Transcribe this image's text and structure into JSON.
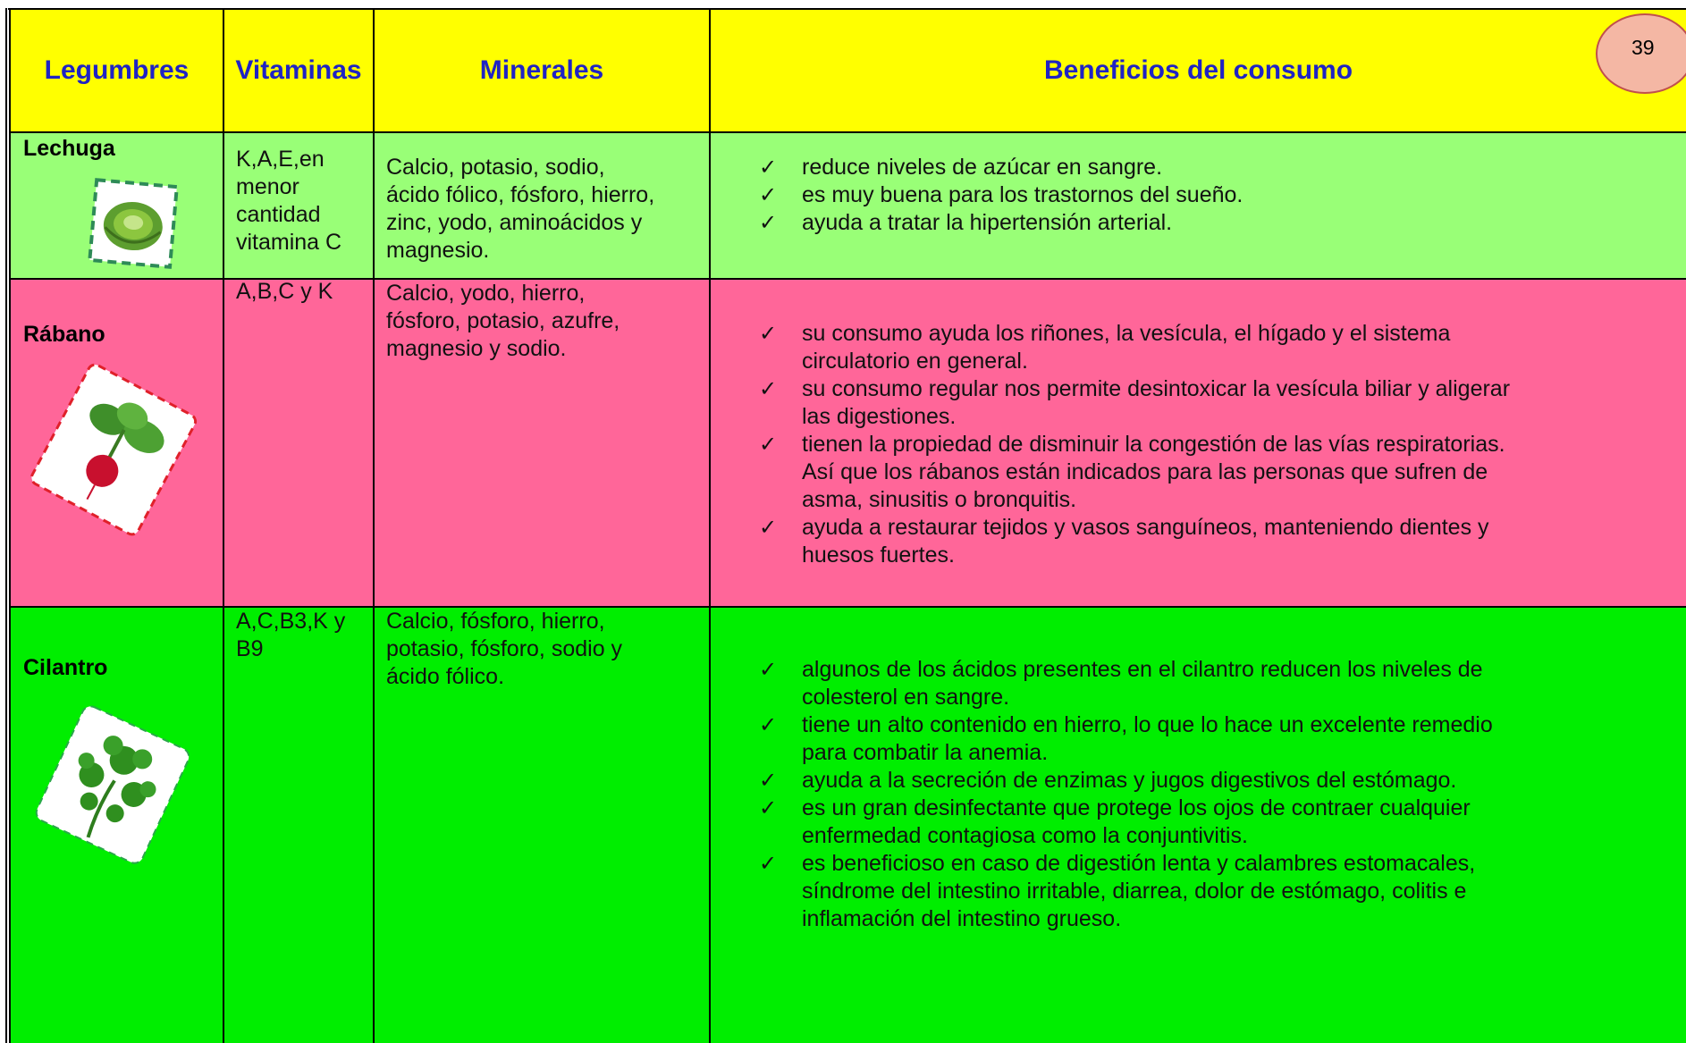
{
  "page_number": "39",
  "headers": {
    "col1": "Legumbres",
    "col2": "Vitaminas",
    "col3": "Minerales",
    "col4": "Beneficios del consumo"
  },
  "rows": [
    {
      "name": "Lechuga",
      "vitamins": [
        "K,A,E,en",
        "menor",
        "cantidad",
        "vitamina C"
      ],
      "minerals": [
        "Calcio, potasio, sodio,",
        "ácido fólico, fósforo, hierro,",
        "zinc, yodo, aminoácidos y",
        "magnesio."
      ],
      "benefits": [
        [
          "reduce niveles de azúcar en sangre."
        ],
        [
          "es muy buena para los trastornos del sueño."
        ],
        [
          "ayuda a tratar la hipertensión arterial."
        ]
      ],
      "image_icon": "lettuce-image",
      "color": "#99ff77"
    },
    {
      "name": "Rábano",
      "vitamins": [
        "A,B,C y K"
      ],
      "minerals": [
        "Calcio, yodo, hierro,",
        "fósforo, potasio, azufre,",
        "magnesio  y sodio."
      ],
      "benefits": [
        [
          "su consumo ayuda los riñones, la vesícula, el hígado y el sistema",
          "circulatorio en general."
        ],
        [
          "su consumo regular nos permite desintoxicar la vesícula biliar y aligerar",
          "las digestiones."
        ],
        [
          "tienen la propiedad de disminuir la congestión de las vías respiratorias.",
          "Así que los rábanos están indicados para las personas que sufren de",
          "asma, sinusitis o bronquitis."
        ],
        [
          "ayuda a restaurar tejidos y vasos sanguíneos, manteniendo dientes y",
          "huesos fuertes."
        ]
      ],
      "image_icon": "radish-image",
      "color": "#ff6699"
    },
    {
      "name": "Cilantro",
      "vitamins": [
        "A,C,B3,K y",
        "B9"
      ],
      "minerals": [
        "Calcio, fósforo, hierro,",
        "potasio, fósforo, sodio y",
        "ácido fólico."
      ],
      "benefits": [
        [
          "algunos de los ácidos presentes en el cilantro reducen los niveles de",
          "colesterol en sangre."
        ],
        [
          " tiene un alto contenido en hierro, lo que lo hace un excelente remedio",
          "para combatir la anemia."
        ],
        [
          "ayuda a la secreción de enzimas y jugos digestivos del estómago."
        ],
        [
          "es un gran desinfectante que protege los ojos de contraer cualquier",
          "enfermedad contagiosa como la conjuntivitis."
        ],
        [
          "es beneficioso en caso de digestión lenta y calambres estomacales,",
          "síndrome del intestino irritable, diarrea, dolor de estómago, colitis e",
          "inflamación del intestino grueso."
        ]
      ],
      "image_icon": "cilantro-image",
      "color": "#00ee00"
    }
  ]
}
